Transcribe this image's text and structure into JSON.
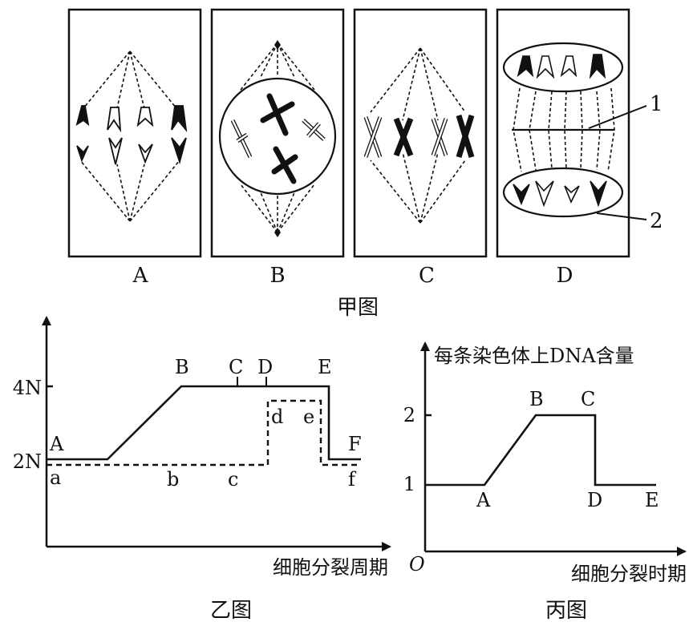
{
  "jia": {
    "panels": [
      "A",
      "B",
      "C",
      "D"
    ],
    "callouts": [
      "1",
      "2"
    ],
    "caption": "甲图"
  },
  "yi": {
    "y_ticks": [
      "4N",
      "2N"
    ],
    "x_label": "细胞分裂周期",
    "solid_points": [
      "A",
      "B",
      "C",
      "D",
      "E",
      "F"
    ],
    "dashed_points": [
      "a",
      "b",
      "c",
      "d",
      "e",
      "f"
    ],
    "caption": "乙图"
  },
  "bing": {
    "y_label": "每条染色体上DNA含量",
    "y_ticks": [
      "2",
      "1"
    ],
    "origin": "O",
    "x_label": "细胞分裂时期",
    "points": [
      "A",
      "B",
      "C",
      "D",
      "E"
    ],
    "caption": "丙图"
  },
  "colors": {
    "ink": "#111111",
    "background": "#ffffff"
  }
}
